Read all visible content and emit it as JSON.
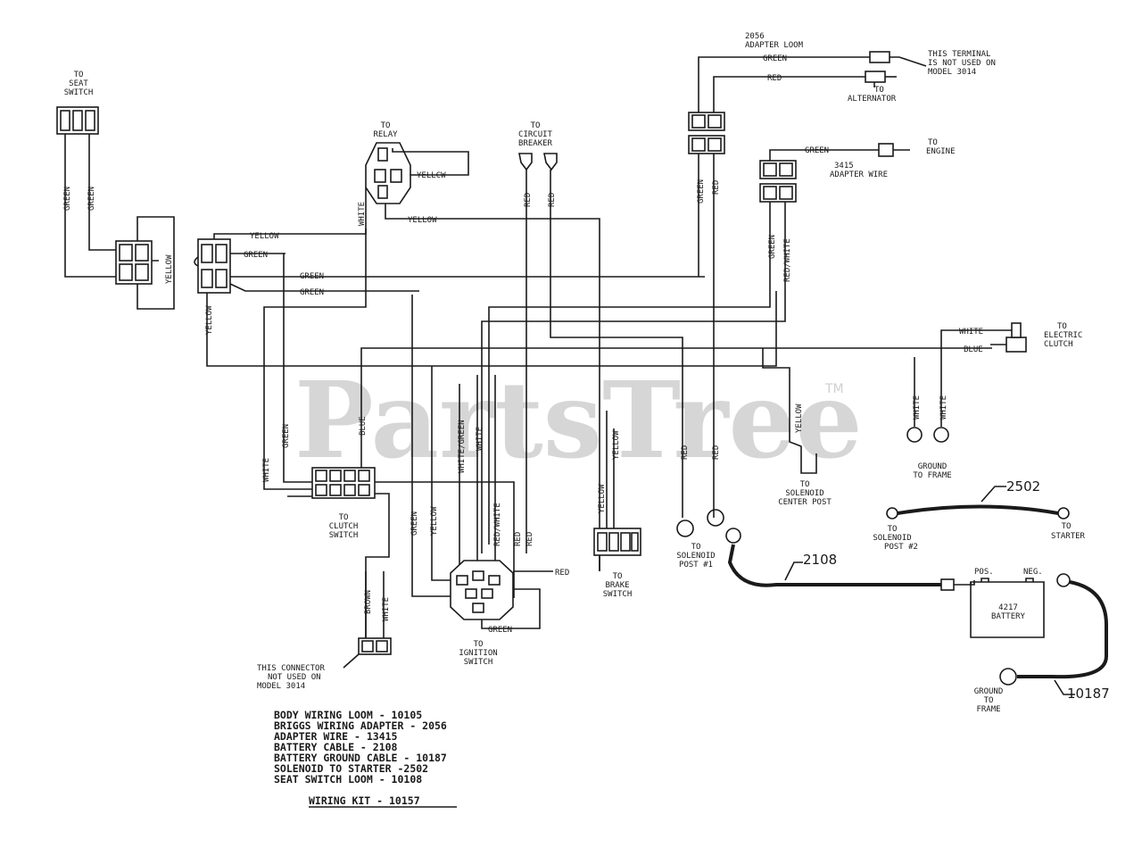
{
  "watermark": {
    "text": "PartsTree",
    "mark": "TM"
  },
  "components": {
    "seat_switch": [
      "TO",
      "SEAT",
      "SWITCH"
    ],
    "relay": [
      "TO",
      "RELAY"
    ],
    "circuit_breaker": [
      "TO",
      "CIRCUIT",
      "BREAKER"
    ],
    "adapter_loom": [
      "2056",
      "ADAPTER LOOM"
    ],
    "terminal_note": [
      "THIS TERMINAL",
      "IS NOT USED ON",
      "MODEL 3014"
    ],
    "alternator": [
      "TO",
      "ALTERNATOR"
    ],
    "engine": [
      "TO",
      "ENGINE"
    ],
    "adapter_wire": [
      "3415",
      "ADAPTER WIRE"
    ],
    "electric_clutch": [
      "TO",
      "ELECTRIC",
      "CLUTCH"
    ],
    "ground_frame_right": [
      "GROUND",
      "TO FRAME"
    ],
    "solenoid_center": [
      "TO",
      "SOLENOID",
      "CENTER POST"
    ],
    "clutch_switch": [
      "TO",
      "CLUTCH",
      "SWITCH"
    ],
    "brake_switch": [
      "TO",
      "BRAKE",
      "SWITCH"
    ],
    "solenoid_post1": [
      "TO",
      "SOLENOID",
      "POST #1"
    ],
    "solenoid_post2": [
      "TO",
      "SOLENOID",
      "POST #2"
    ],
    "starter": [
      "TO",
      "STARTER"
    ],
    "ignition_switch": [
      "TO",
      "IGNITION",
      "SWITCH"
    ],
    "connector_note": [
      "THIS CONNECTOR",
      "NOT USED ON",
      "MODEL 3014"
    ],
    "battery": {
      "pos": "POS.",
      "neg": "NEG.",
      "label": [
        "4217",
        "BATTERY"
      ]
    },
    "ground_frame_battery": [
      "GROUND",
      "TO",
      "FRAME"
    ]
  },
  "part_numbers": {
    "cable_2502": "2502",
    "cable_2108": "2108",
    "cable_10187": "10187"
  },
  "wire_labels": {
    "green": "GREEN",
    "yellow": "YELLOW",
    "red": "RED",
    "white": "WHITE",
    "blue": "BLUE",
    "brown": "BROWN",
    "white_green": "WHITE/GREEN",
    "red_white": "RED/WHITE",
    "yellow_typo": "YELLCW"
  },
  "legend": {
    "lines": [
      "BODY WIRING LOOM - 10105",
      "BRIGGS WIRING ADAPTER - 2056",
      "ADAPTER WIRE - 13415",
      "BATTERY CABLE - 2108",
      "BATTERY GROUND CABLE - 10187",
      "SOLENOID TO STARTER -2502",
      "SEAT SWITCH LOOM - 10108"
    ],
    "kit": "WIRING KIT - 10157"
  }
}
